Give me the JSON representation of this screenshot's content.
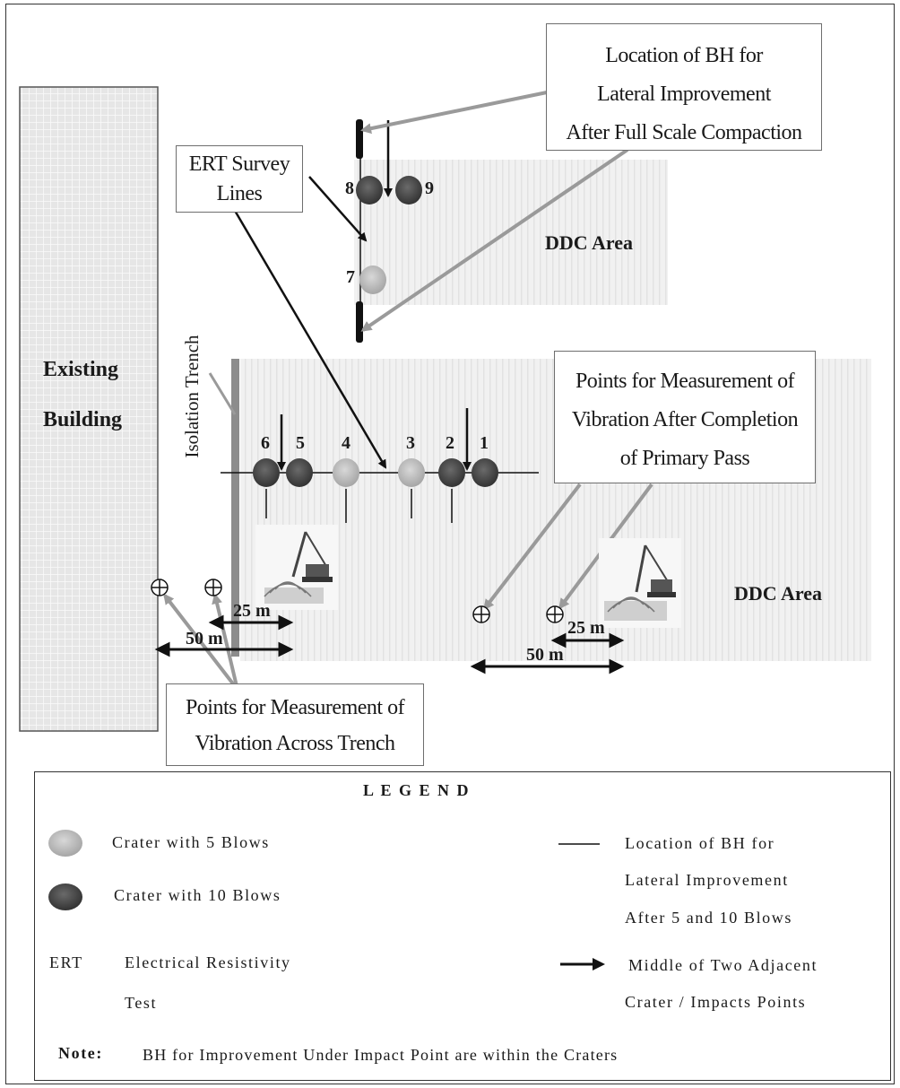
{
  "building": {
    "line1": "Existing",
    "line2": "Building"
  },
  "trench_label": "Isolation Trench",
  "ddc_upper": "DDC Area",
  "ddc_lower": "DDC Area",
  "callouts": {
    "bh_full": [
      "Location of BH for",
      "Lateral Improvement",
      "After Full Scale Compaction"
    ],
    "ert": [
      "ERT Survey",
      "Lines"
    ],
    "vib_primary": [
      "Points for Measurement of",
      "Vibration After Completion",
      "of Primary Pass"
    ],
    "vib_trench": [
      "Points for Measurement of",
      "Vibration Across Trench"
    ]
  },
  "crater_numbers": [
    "1",
    "2",
    "3",
    "4",
    "5",
    "6",
    "7",
    "8",
    "9"
  ],
  "distances": {
    "left_25": "25 m",
    "left_50": "50 m",
    "right_25": "25 m",
    "right_50": "50 m"
  },
  "legend": {
    "title": "L E G E N D",
    "crater5": "Crater with 5 Blows",
    "crater10": "Crater with 10 Blows",
    "ert_abbr": "ERT",
    "ert_line1": "Electrical Resistivity",
    "ert_line2": "Test",
    "bh_line1": "Location of BH for",
    "bh_line2": "Lateral Improvement",
    "bh_line3": "After 5 and 10 Blows",
    "arrow_line1": "Middle of Two Adjacent",
    "arrow_line2": "Crater / Impacts Points",
    "note_label": "Note:",
    "note_text": "BH for Improvement Under Impact Point are  within the Craters"
  },
  "colors": {
    "light_crater": "#b8b8b8",
    "dark_crater": "#4a4a4a",
    "callout_line": "#9a9a9a",
    "grid_fill": "#e9e9e9"
  }
}
